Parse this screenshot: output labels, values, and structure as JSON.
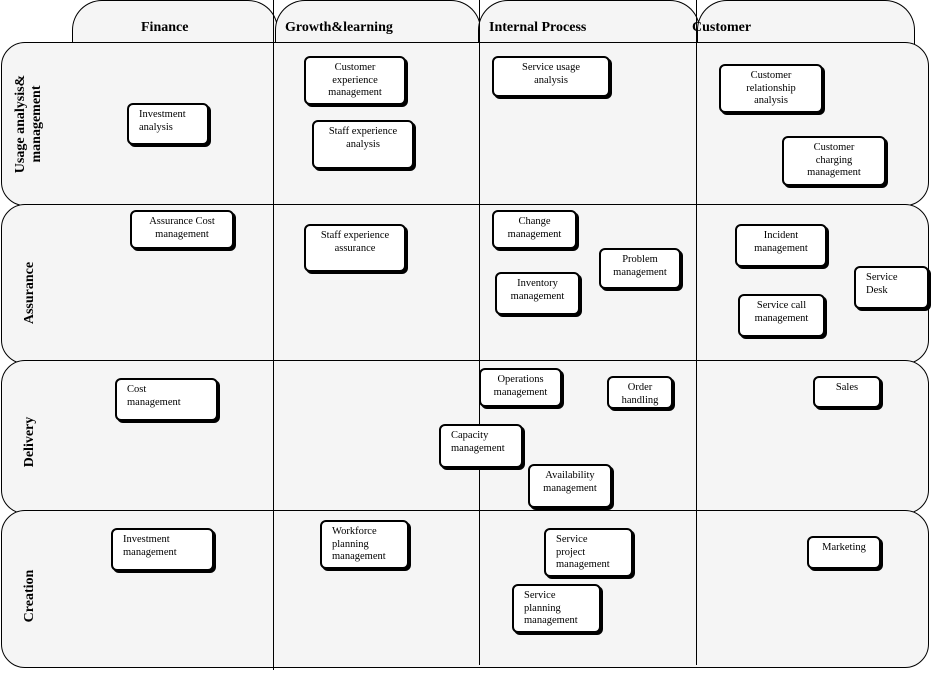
{
  "columns": [
    "Finance",
    "Growth&learning",
    "Internal Process",
    "Customer"
  ],
  "rows": [
    [
      "Usage analysis&",
      "management"
    ],
    [
      "Assurance"
    ],
    [
      "Delivery"
    ],
    [
      "Creation"
    ]
  ],
  "boxes": {
    "investment_analysis": [
      "Investment",
      "analysis"
    ],
    "customer_experience_management": [
      "Customer",
      "experience",
      "management"
    ],
    "staff_experience_analysis": [
      "Staff experience",
      "analysis"
    ],
    "service_usage_analysis": [
      "Service usage",
      "analysis"
    ],
    "customer_relationship_analysis": [
      "Customer",
      "relationship",
      "analysis"
    ],
    "customer_charging_management": [
      "Customer",
      "charging",
      "management"
    ],
    "assurance_cost_management": [
      "Assurance Cost",
      "management"
    ],
    "staff_experience_assurance": [
      "Staff experience",
      "assurance"
    ],
    "change_management": [
      "Change",
      "management"
    ],
    "problem_management": [
      "Problem",
      "management"
    ],
    "inventory_management": [
      "Inventory",
      "management"
    ],
    "incident_management": [
      "Incident",
      "management"
    ],
    "service_desk": [
      "Service",
      "Desk"
    ],
    "service_call_management": [
      "Service call",
      "management"
    ],
    "cost_management": [
      "Cost",
      "management"
    ],
    "operations_management": [
      "Operations",
      "management"
    ],
    "order_handling": [
      "Order",
      "handling"
    ],
    "sales": [
      "Sales"
    ],
    "capacity_management": [
      "Capacity",
      "management"
    ],
    "availability_management": [
      "Availability",
      "management"
    ],
    "investment_management": [
      "Investment",
      "management"
    ],
    "workforce_planning_management": [
      "Workforce",
      "planning",
      "management"
    ],
    "service_project_management": [
      "Service",
      "project",
      "management"
    ],
    "service_planning_management": [
      "Service",
      "planning",
      "management"
    ],
    "marketing": [
      "Marketing"
    ]
  }
}
